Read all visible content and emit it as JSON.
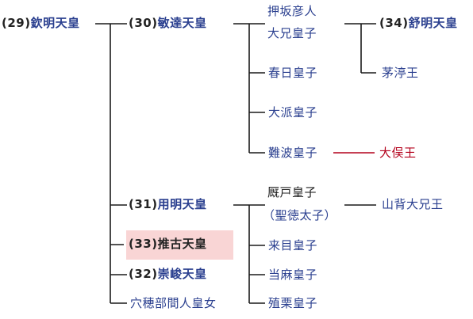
{
  "people": {
    "kinmei": {
      "num": "(29)",
      "name": "欽明天皇"
    },
    "bidatsu": {
      "num": "(30)",
      "name": "敏達天皇"
    },
    "yomei": {
      "num": "(31)",
      "name": "用明天皇"
    },
    "suiko": {
      "num": "(33)",
      "name": "推古天皇"
    },
    "sushun": {
      "num": "(32)",
      "name": "崇峻天皇"
    },
    "anahobe": {
      "name": "穴穂部間人皇女"
    },
    "oshisaka_line1": {
      "name": "押坂彦人"
    },
    "oshisaka_line2": {
      "name": "大兄皇子"
    },
    "kasuga": {
      "name": "春日皇子"
    },
    "omata": {
      "name": "大派皇子"
    },
    "naniwa": {
      "name": "難波皇子"
    },
    "umayado": {
      "name": "厩戸皇子"
    },
    "shotoku": {
      "name": "（聖徳太子）"
    },
    "kume": {
      "name": "来目皇子"
    },
    "taima": {
      "name": "当麻皇子"
    },
    "ekuri": {
      "name": "殖栗皇子"
    },
    "jomei": {
      "num": "(34)",
      "name": "舒明天皇"
    },
    "chinu": {
      "name": "茅渟王"
    },
    "omata_ou": {
      "name": "大俣王"
    },
    "yamashiro": {
      "name": "山背大兄王"
    }
  },
  "colors": {
    "line": "#1a1a1a",
    "name": "#2a3f8f",
    "highlight_name": "#222222",
    "red_name": "#b3001b",
    "highlight_bg": "#f9d5d5"
  }
}
